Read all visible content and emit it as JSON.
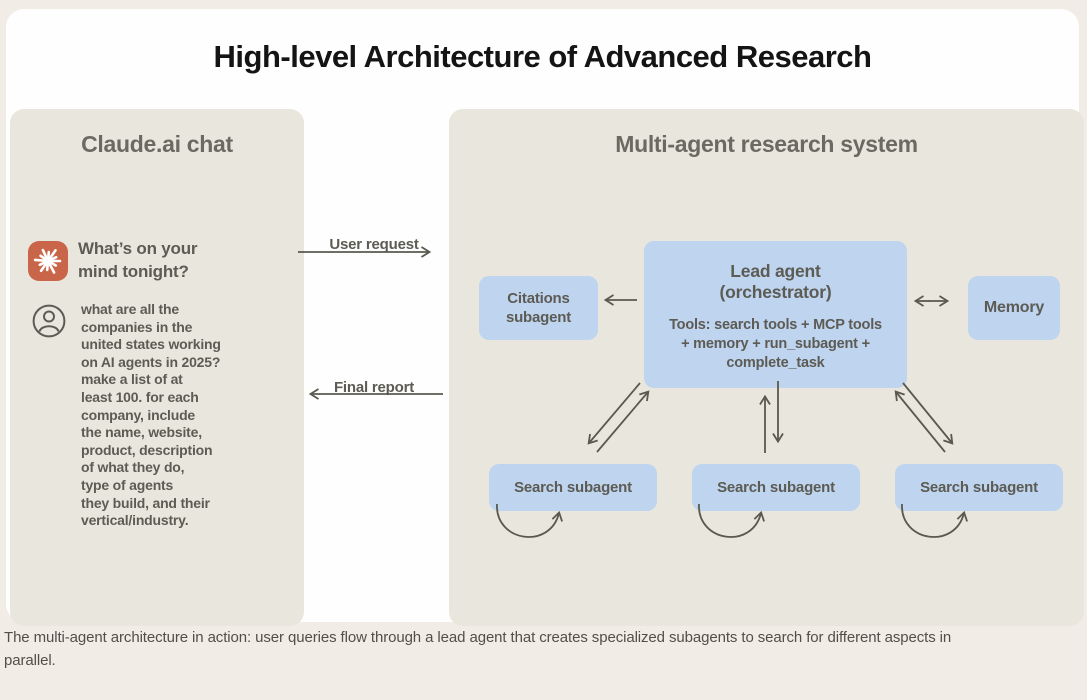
{
  "title": "High-level Architecture of Advanced Research",
  "caption": "The multi-agent architecture in action: user queries flow through a lead agent that creates specialized subagents to search for different aspects in\nparallel.",
  "flows": {
    "user_request": "User request",
    "final_report": "Final report"
  },
  "left_panel": {
    "title": "Claude.ai chat",
    "assistant_greeting": "What’s on your\nmind tonight?",
    "user_query": "what are all the\ncompanies in the\nunited states working\non AI agents in 2025?\nmake a list of at\nleast 100. for each\ncompany, include\nthe name, website,\nproduct, description\nof what they do,\ntype of agents\nthey build, and their\nvertical/industry."
  },
  "right_panel": {
    "title": "Multi-agent research system",
    "lead_agent": {
      "title": "Lead agent\n(orchestrator)",
      "tools": "Tools: search tools + MCP tools\n+ memory + run_subagent +\ncomplete_task"
    },
    "citations_subagent": "Citations\nsubagent",
    "memory": "Memory",
    "search_subagents": [
      "Search subagent",
      "Search subagent",
      "Search subagent"
    ]
  },
  "colors": {
    "accent_orange": "#c9664a",
    "box_blue": "#bed4ef",
    "panel_beige": "#e9e7dd",
    "arrow_gray": "#5a594f",
    "text_gray": "#5c5b54"
  }
}
